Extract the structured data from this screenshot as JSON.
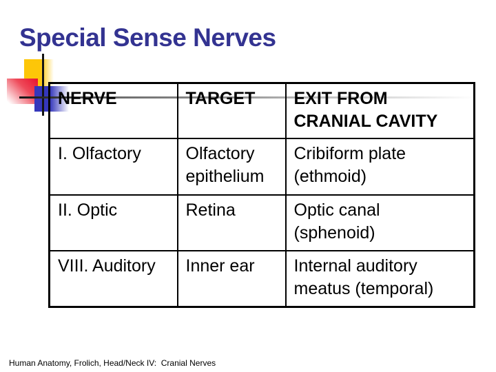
{
  "slide": {
    "title": "Special Sense Nerves",
    "footer": "Human Anatomy, Frolich, Head/Neck IV:  Cranial Nerves"
  },
  "table": {
    "headers": [
      "NERVE",
      "TARGET",
      "EXIT FROM\nCRANIAL CAVITY"
    ],
    "rows": [
      [
        "I. Olfactory",
        "Olfactory\nepithelium",
        "Cribiform plate\n(ethmoid)"
      ],
      [
        "II. Optic",
        "Retina",
        "Optic canal\n(sphenoid)"
      ],
      [
        "VIII. Auditory",
        "Inner ear",
        "Internal auditory\nmeatus (temporal)"
      ]
    ]
  },
  "colors": {
    "title-color": "#333391",
    "accent-yellow": "#fdc608",
    "accent-red": "#e8112d",
    "accent-blue": "#3537bb",
    "table-border": "#000000"
  },
  "decoration": {
    "shapes": [
      "yellow-square",
      "red-gradient-square",
      "blue-gradient-square",
      "vertical-crosshair-line",
      "horizontal-crosshair-line"
    ]
  }
}
